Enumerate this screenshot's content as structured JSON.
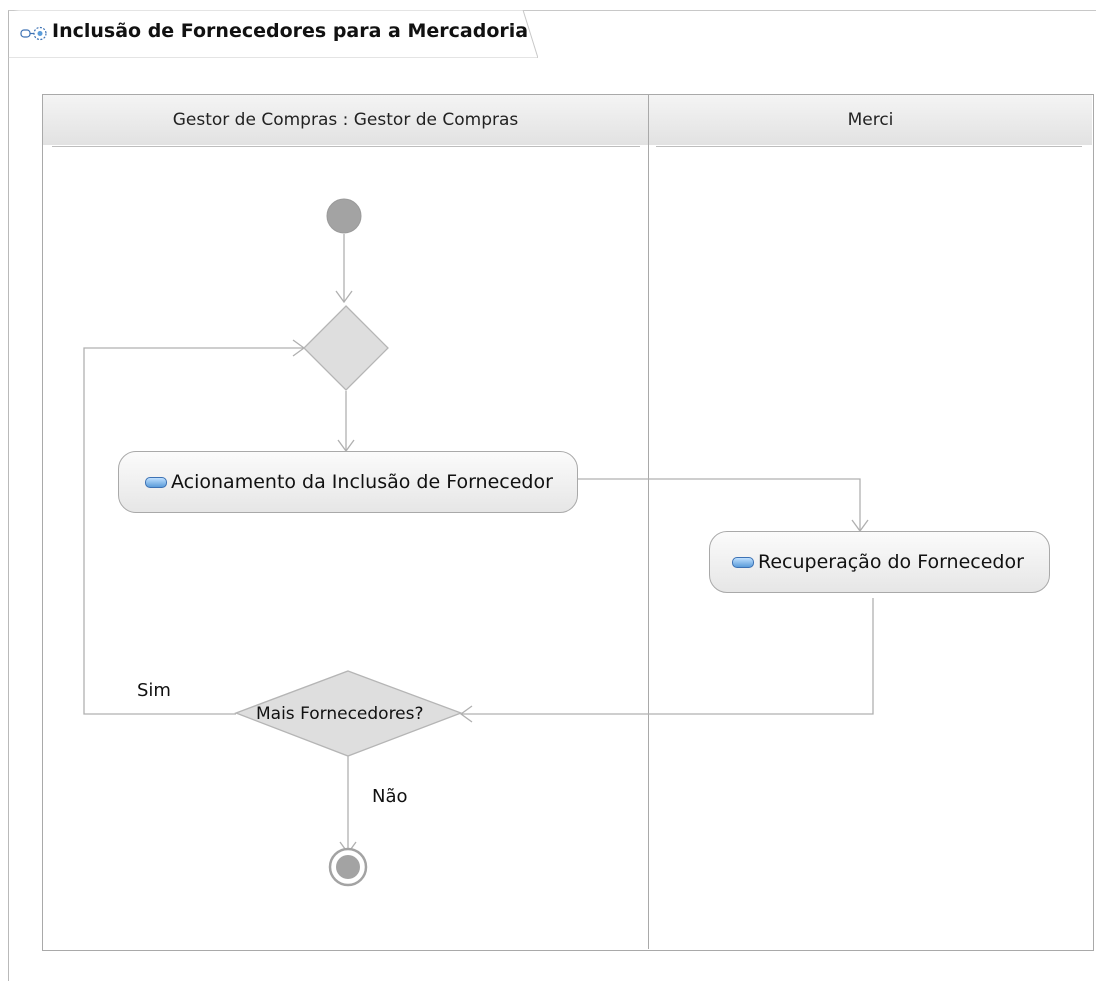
{
  "diagram": {
    "title": "Inclusão de Fornecedores para a Mercadoria",
    "title_icon": "activity-diagram-icon",
    "lanes": [
      {
        "label": "Gestor de Compras : Gestor de Compras"
      },
      {
        "label": "Merci"
      }
    ],
    "actions": {
      "acionamento": "Acionamento da Inclusão de Fornecedor",
      "recuperacao": "Recuperação do Fornecedor"
    },
    "decision": {
      "label": "Mais Fornecedores?"
    },
    "edge_labels": {
      "sim": "Sim",
      "nao": "Não"
    },
    "colors": {
      "node_fill": "#dedede",
      "node_stroke": "#b5b5b5",
      "connector": "#b0b0b0",
      "action_icon": "#5b9cda"
    }
  }
}
